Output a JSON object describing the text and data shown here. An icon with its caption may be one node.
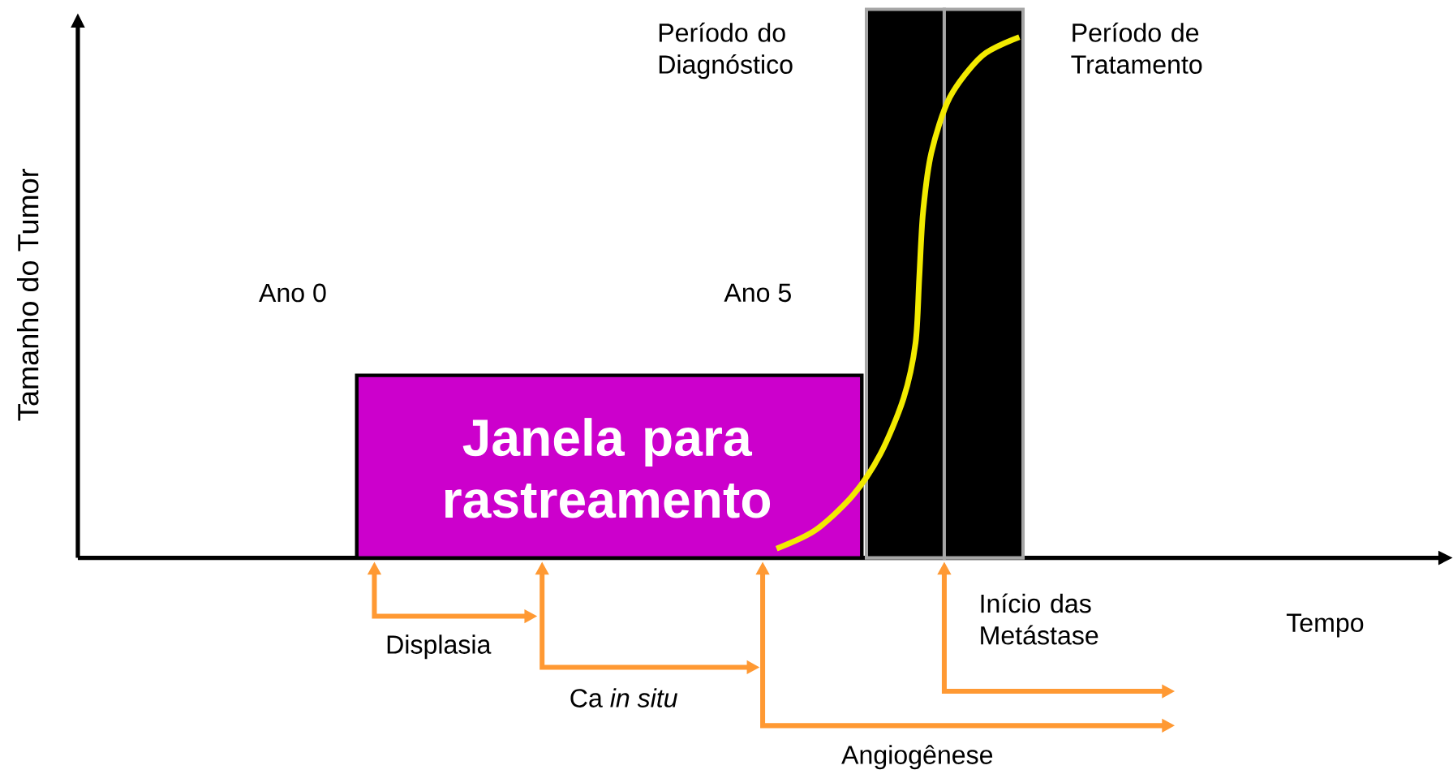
{
  "diagram": {
    "nodes": [
      {
        "text": [
          "Janela para rastreamento"
        ]
      },
      {
        "text": [
          "Período do Diagnóstico"
        ]
      },
      {
        "text": [
          "Período de Tratamento"
        ]
      }
    ],
    "edges": [],
    "labels": [
      "Tamanho do Tumor",
      "Ano 0",
      "Ano 5",
      "Tempo",
      "Início das Metástase",
      "Displasia",
      "Ca *in situ*",
      "Angiogênese"
    ]
  }
}
